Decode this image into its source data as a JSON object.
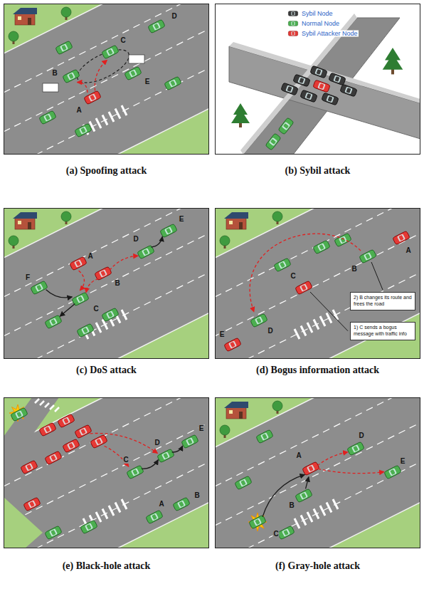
{
  "diagram": {
    "nodes": [
      {
        "text": [
          "2) B changes its route and frees the road"
        ]
      },
      {
        "text": [
          "1) C sends a bogus message with traffic info"
        ]
      }
    ],
    "labels": [
      "(a) Spoofing attack",
      "D",
      "C",
      "E",
      "B",
      "A",
      "(b) Sybil attack",
      "(c) DoS attack",
      "A",
      "B",
      "C",
      "D",
      "E",
      "F",
      "(d) Bogus information attack",
      "A",
      "B",
      "C",
      "D",
      "E",
      "(e) Black-hole attack",
      "A",
      "B",
      "C",
      "D",
      "E",
      "(f) Gray-hole attack",
      "A",
      "B",
      "C",
      "D",
      "E"
    ],
    "legend": [
      {
        "text": "Sybil Node"
      },
      {
        "text": "Normal Node"
      },
      {
        "text": "Sybil Attacker Node"
      }
    ]
  }
}
